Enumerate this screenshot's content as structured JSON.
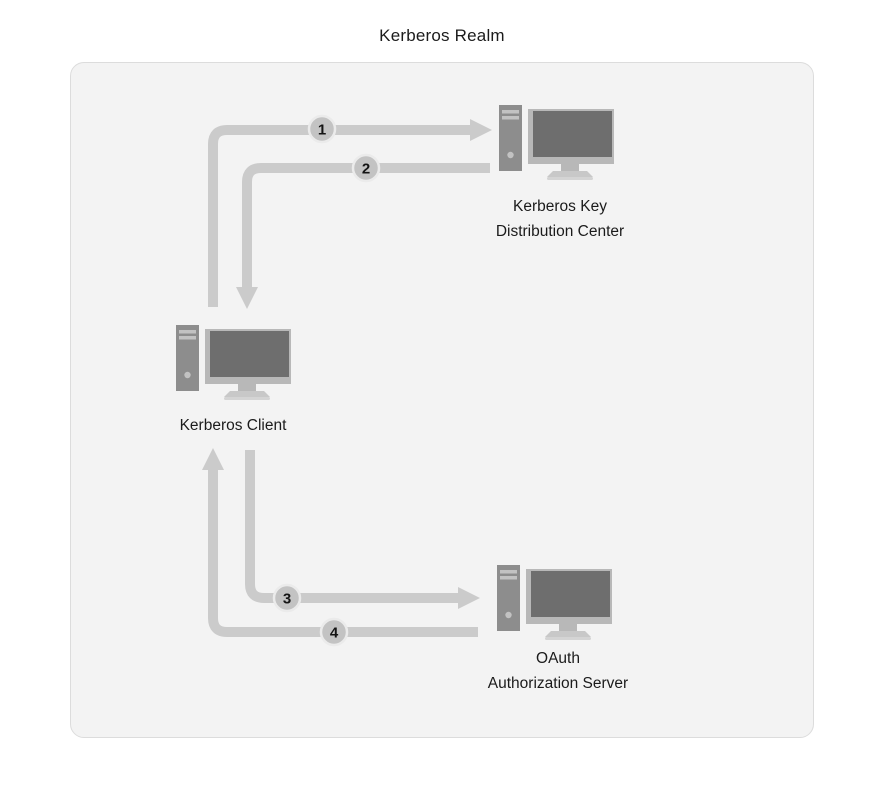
{
  "diagram": {
    "title": "Kerberos Realm",
    "nodes": [
      {
        "id": "kdc",
        "label_lines": [
          "Kerberos Key",
          "Distribution Center"
        ]
      },
      {
        "id": "client",
        "label_lines": [
          "Kerberos Client"
        ]
      },
      {
        "id": "oauth",
        "label_lines": [
          "OAuth",
          "Authorization Server"
        ]
      }
    ],
    "steps": [
      {
        "number": "1"
      },
      {
        "number": "2"
      },
      {
        "number": "3"
      },
      {
        "number": "4"
      }
    ],
    "colors": {
      "realm_background": "#f3f3f3",
      "realm_border": "#dcdcdc",
      "arrow": "#cbcbcb",
      "badge_fill": "#c3c3c3",
      "badge_border": "#ebebeb",
      "computer_tower": "#8d8d8d",
      "monitor_frame": "#b8b8b8",
      "monitor_screen": "#6e6e6e",
      "text": "#1b1b1b"
    }
  }
}
